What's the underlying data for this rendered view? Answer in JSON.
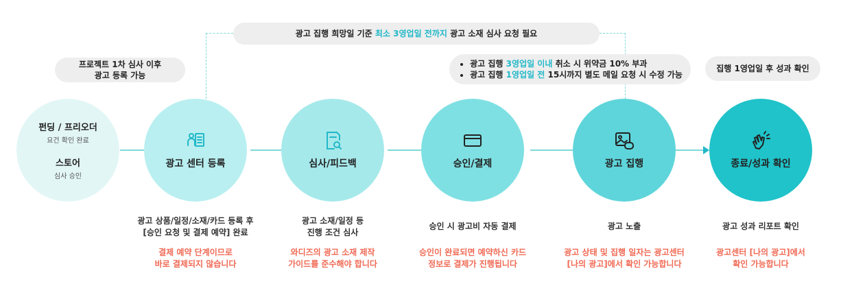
{
  "top_note": {
    "prefix": "광고 집행 희망일 기준 ",
    "highlight": "최소 3영업일 전까지",
    "suffix": " 광고 소재 심사 요청 필요"
  },
  "note_project": {
    "line1": "프로젝트 1차 심사 이후",
    "line2": "광고 등록 가능"
  },
  "note_penalty": [
    {
      "prefix": "광고 집행 ",
      "highlight": "3영업일 이내",
      "suffix": " 취소 시 위약금 10% 부과"
    },
    {
      "prefix": "광고 집행 ",
      "highlight": "1영업일 전",
      "suffix": " 15시까지 별도 메일 요청 시 수정 가능"
    }
  ],
  "note_result": "집행 1영업일 후 성과 확인",
  "steps": [
    {
      "title": "펀딩 / 프리오더",
      "sub": "요건 확인 완료",
      "title2": "스토어",
      "sub2": "심사 승인",
      "color": "#e3f6f6"
    },
    {
      "title": "광고 센터 등록",
      "icon": "register-icon",
      "color": "#b9eff0",
      "desc": [
        "광고 상품/일정/소재/카드 등록 후",
        "[승인 요청 및 결제 예약] 완료"
      ],
      "warn": [
        "결제 예약 단계이므로",
        "바로 결제되지 않습니다"
      ]
    },
    {
      "title": "심사/피드백",
      "icon": "review-icon",
      "color": "#a6e9eb",
      "desc": [
        "광고 소재/일정 등",
        "진행 조건 심사"
      ],
      "warn": [
        "와디즈의 광고 소재 제작",
        "가이드를 준수해야 합니다"
      ]
    },
    {
      "title": "승인/결제",
      "icon": "card-icon",
      "color": "#7fe0e3",
      "desc": [
        "승인 시 광고비 자동 결제"
      ],
      "warn": [
        "승인이 완료되면 예약하신 카드",
        "정보로 결제가 진행됩니다"
      ]
    },
    {
      "title": "광고 집행",
      "icon": "ad-image-icon",
      "color": "#5ed5da",
      "desc": [
        "광고 노출"
      ],
      "warn": [
        "광고 상태 및 집행 일자는 광고센터",
        "[나의 광고]에서 확인 가능합니다"
      ]
    },
    {
      "title": "종료/성과 확인",
      "icon": "clap-icon",
      "color": "#1fc3c9",
      "desc": [
        "광고 성과 리포트 확인"
      ],
      "warn": [
        "광고센터 [나의 광고]에서",
        "확인 가능합니다"
      ]
    }
  ],
  "colors": {
    "accent": "#22b8c8",
    "warn": "#f06a55",
    "line": "#7fd9d9"
  }
}
